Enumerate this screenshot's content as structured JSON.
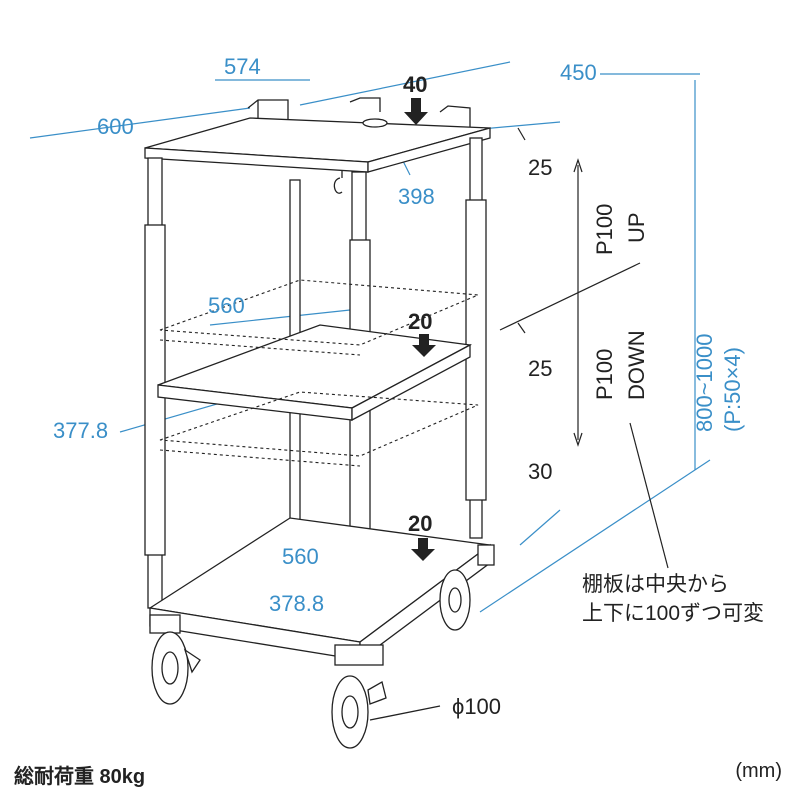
{
  "dimensions": {
    "top_depth": "574",
    "top_width": "450",
    "overall_depth": "600",
    "top_load": "40",
    "top_inner_width": "398",
    "shelf_depth": "560",
    "shelf_load": "20",
    "shelf_width": "377.8",
    "bottom_load": "20",
    "bottom_depth": "560",
    "bottom_width": "378.8",
    "frame_offset": "30",
    "height_range": "800~1000",
    "height_pitch": "(P:50×4)",
    "adjust_up_top": "25",
    "adjust_up_mid": "25",
    "shelf_up_label": "P100",
    "shelf_up_dir": "UP",
    "shelf_down_label": "P100",
    "shelf_down_dir": "DOWN",
    "caster": "ϕ100"
  },
  "notes": {
    "line1": "棚板は中央から",
    "line2": "上下に100ずつ可変"
  },
  "footer": {
    "load_capacity": "総耐荷重 80kg",
    "unit": "(mm)"
  },
  "colors": {
    "dimension": "#3a8fc8",
    "line": "#222222"
  }
}
